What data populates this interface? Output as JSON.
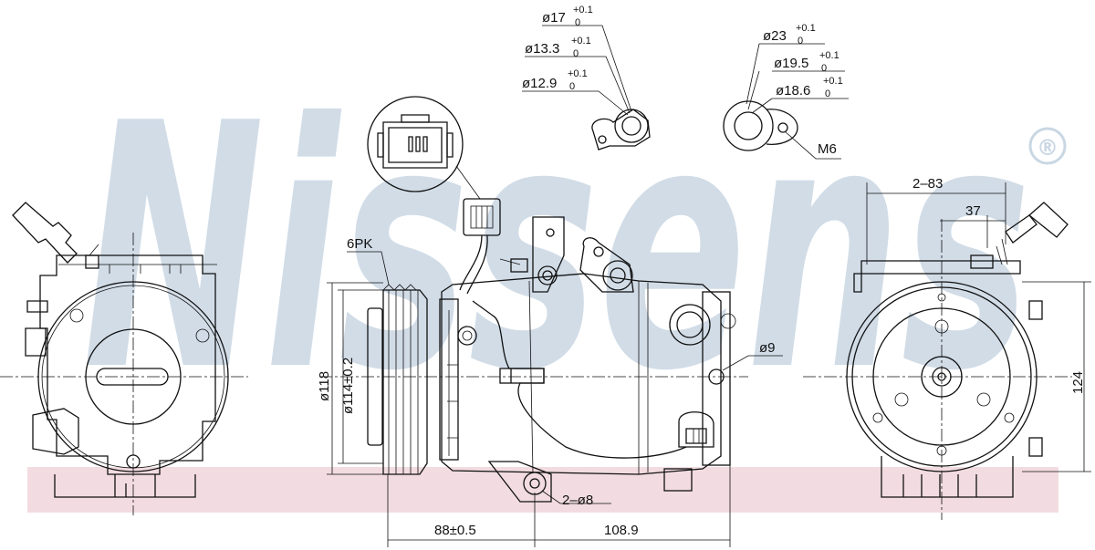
{
  "brand": {
    "watermark": "Nissens",
    "registered_mark": "®",
    "watermark_color": "#c9d7e3",
    "band_color": "#f2dce1"
  },
  "dimensions": {
    "pulley_type": "6PK",
    "pulley_diameter": "ø118",
    "pulley_inner_diameter": "ø114±0.2",
    "length_front": "88±0.5",
    "length_rear": "108.9",
    "mount_holes": "2–ø8",
    "bolt_hole": "ø9",
    "height": "124",
    "mount_spacing": "2–83",
    "mount_offset": "37",
    "thread": "M6",
    "port_a": [
      {
        "base": "ø17",
        "tol_upper": "+0.1",
        "tol_lower": "0"
      },
      {
        "base": "ø13.3",
        "tol_upper": "+0.1",
        "tol_lower": "0"
      },
      {
        "base": "ø12.9",
        "tol_upper": "+0.1",
        "tol_lower": "0"
      }
    ],
    "port_b": [
      {
        "base": "ø23",
        "tol_upper": "+0.1",
        "tol_lower": "0"
      },
      {
        "base": "ø19.5",
        "tol_upper": "+0.1",
        "tol_lower": "0"
      },
      {
        "base": "ø18.6",
        "tol_upper": "+0.1",
        "tol_lower": "0"
      }
    ]
  }
}
